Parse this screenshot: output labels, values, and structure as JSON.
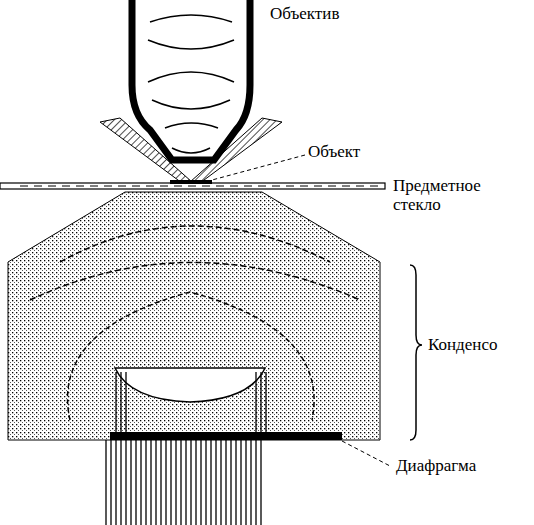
{
  "diagram": {
    "labels": [
      "Объектив",
      "Объект",
      "Предметное стекло",
      "Конденсо",
      "Диафрагма"
    ]
  }
}
